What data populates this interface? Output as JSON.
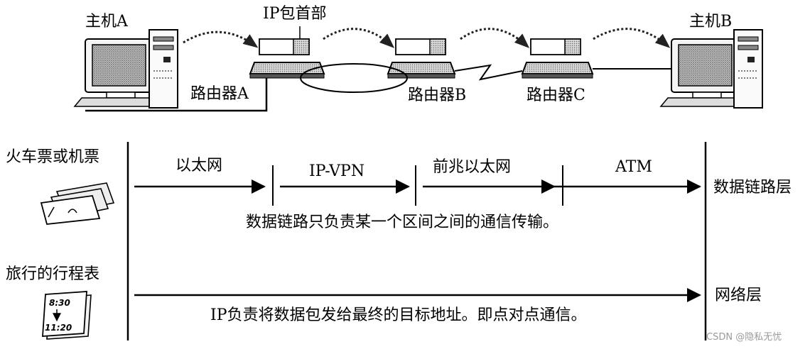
{
  "top": {
    "host_a": "主机A",
    "host_b": "主机B",
    "ip_header": "IP包首部",
    "router_a": "路由器A",
    "router_b": "路由器B",
    "router_c": "路由器C"
  },
  "left": {
    "ticket_label": "火车票或机票",
    "itinerary_label": "旅行的行程表",
    "itinerary_time_start": "8:30",
    "itinerary_time_end": "11:20"
  },
  "datalink": {
    "segments": [
      "以太网",
      "IP-VPN",
      "前兆以太网",
      "ATM"
    ],
    "layer_label": "数据链路层",
    "caption": "数据链路只负责某一个区间之间的通信传输。"
  },
  "network": {
    "layer_label": "网络层",
    "caption": "IP负责将数据包发给最终的目标地址。即点对点通信。"
  },
  "watermark": "CSDN @隐私无忧"
}
